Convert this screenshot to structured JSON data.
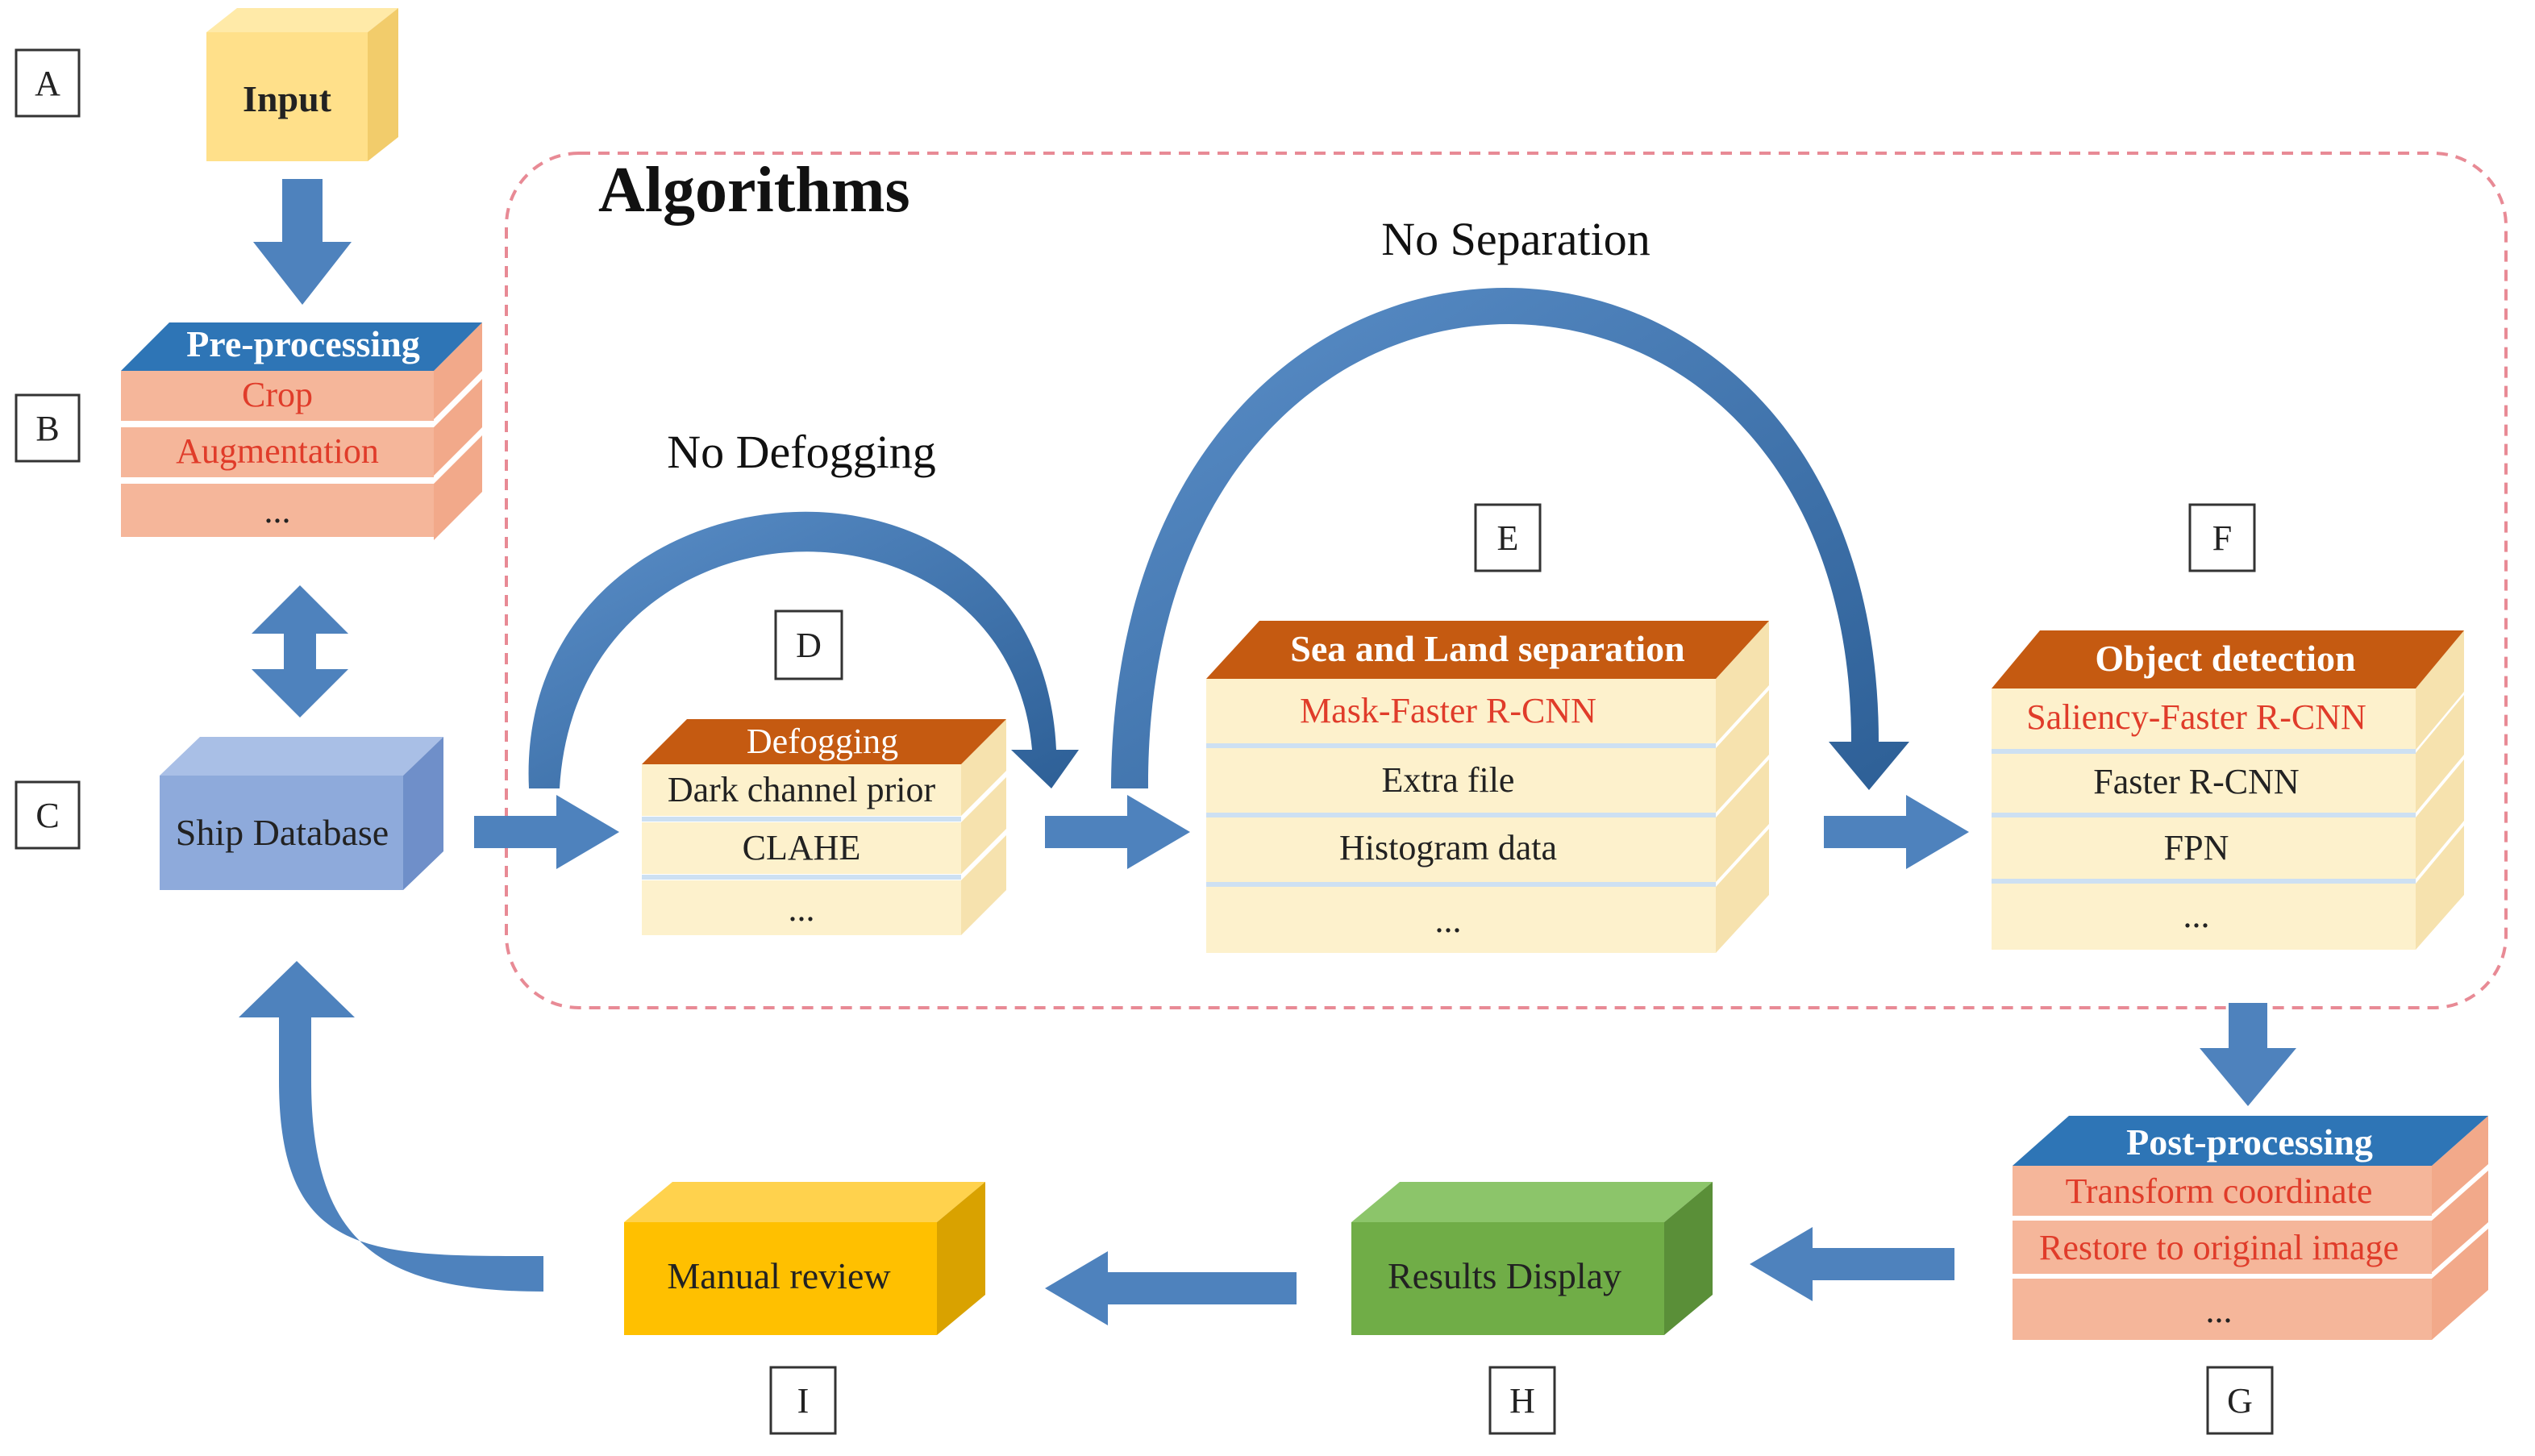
{
  "letters": {
    "a": "A",
    "b": "B",
    "c": "C",
    "d": "D",
    "e": "E",
    "f": "F",
    "g": "G",
    "h": "H",
    "i": "I"
  },
  "input": {
    "label": "Input"
  },
  "preprocessing": {
    "title": "Pre-processing",
    "items": [
      "Crop",
      "Augmentation",
      "..."
    ]
  },
  "ship_database": {
    "label": "Ship Database"
  },
  "algorithms": {
    "title": "Algorithms",
    "no_defogging": "No Defogging",
    "no_separation": "No Separation"
  },
  "defogging": {
    "title": "Defogging",
    "items": [
      "Dark channel prior",
      "CLAHE",
      "..."
    ]
  },
  "sea_land": {
    "title": "Sea and Land separation",
    "items": [
      "Mask-Faster R-CNN",
      "Extra file",
      "Histogram data",
      "..."
    ]
  },
  "object_detection": {
    "title": "Object detection",
    "items": [
      "Saliency-Faster R-CNN",
      "Faster R-CNN",
      "FPN",
      "..."
    ]
  },
  "postprocessing": {
    "title": "Post-processing",
    "items": [
      "Transform coordinate",
      "Restore to original image",
      "..."
    ]
  },
  "results_display": {
    "label": "Results Display"
  },
  "manual_review": {
    "label": "Manual review"
  },
  "colors": {
    "arrow": "#4e82bd",
    "arrow_dark": "#2d5f96",
    "blue_header": "#2e75b6",
    "orange_header": "#c55a11",
    "salmon_cell": "#f5b69a",
    "cream_cell": "#fdf1cc",
    "red_text": "#e03c2a",
    "input_box": "#ffe08a",
    "db_box": "#8eaadb",
    "results_box": "#70ad47",
    "review_box": "#ffc000",
    "dashed_border": "#e88a95"
  }
}
